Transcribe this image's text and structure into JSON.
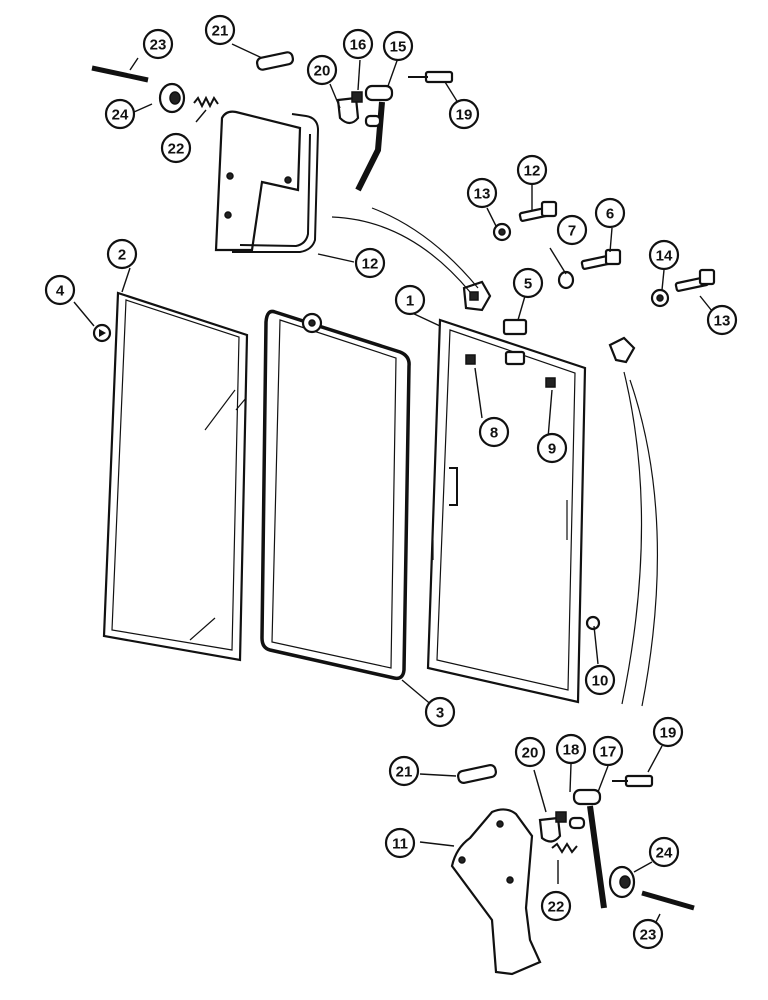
{
  "callouts": [
    "1",
    "2",
    "3",
    "4",
    "5",
    "6",
    "7",
    "8",
    "9",
    "10",
    "11",
    "12",
    "12",
    "13",
    "13",
    "14",
    "15",
    "16",
    "17",
    "18",
    "19",
    "19",
    "20",
    "20",
    "21",
    "21",
    "22",
    "22",
    "23",
    "23",
    "24",
    "24"
  ]
}
